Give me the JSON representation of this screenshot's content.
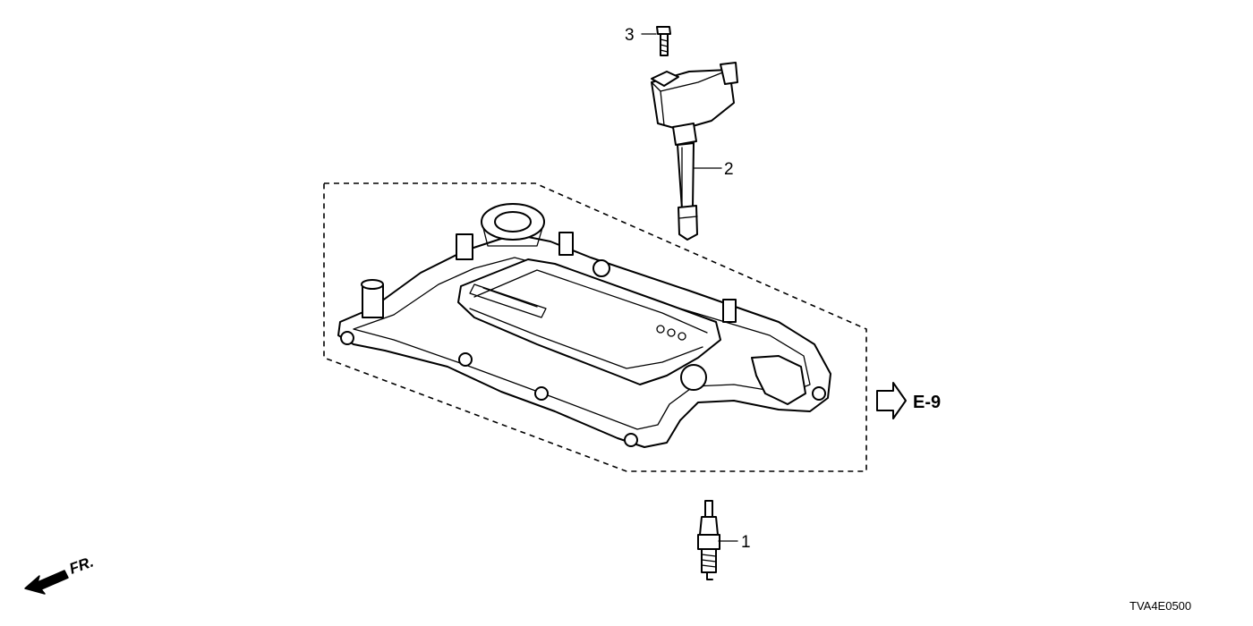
{
  "callouts": {
    "spark_plug": "1",
    "ignition_coil": "2",
    "bolt": "3"
  },
  "reference": {
    "label": "E-9"
  },
  "front_indicator": {
    "label": "FR."
  },
  "diagram_code": "TVA4E0500",
  "colors": {
    "line": "#000000",
    "background": "#ffffff"
  }
}
